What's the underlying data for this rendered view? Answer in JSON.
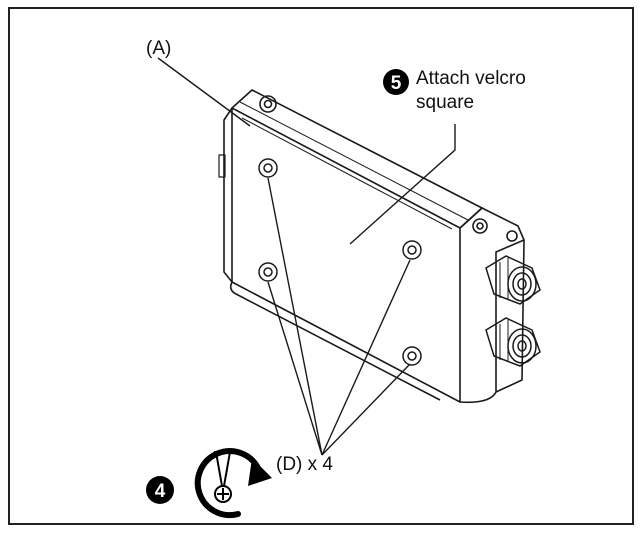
{
  "labels": {
    "part_a": "(A)",
    "step5_line1": "Attach velcro",
    "step5_line2": "square",
    "screws": "(D) x 4"
  },
  "steps": {
    "step4": "4",
    "step5": "5"
  },
  "icons": {
    "step4_badge": "step-4-badge-icon",
    "step5_badge": "step-5-badge-icon",
    "tighten": "screwdriver-clockwise-icon"
  },
  "colors": {
    "line": "#1a1a1a",
    "frame": "#222222",
    "badge": "#000000"
  }
}
